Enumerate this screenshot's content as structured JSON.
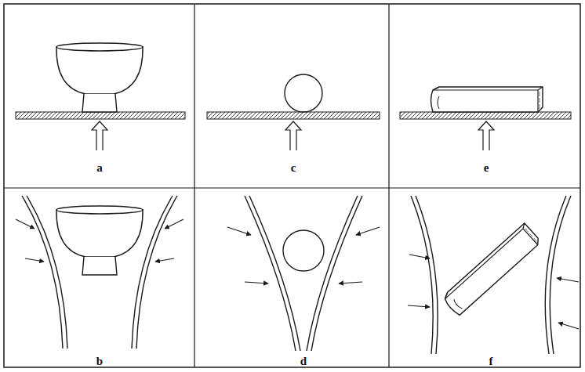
{
  "diagram": {
    "labels": [
      "a",
      "c",
      "e",
      "b",
      "d",
      "f"
    ]
  }
}
